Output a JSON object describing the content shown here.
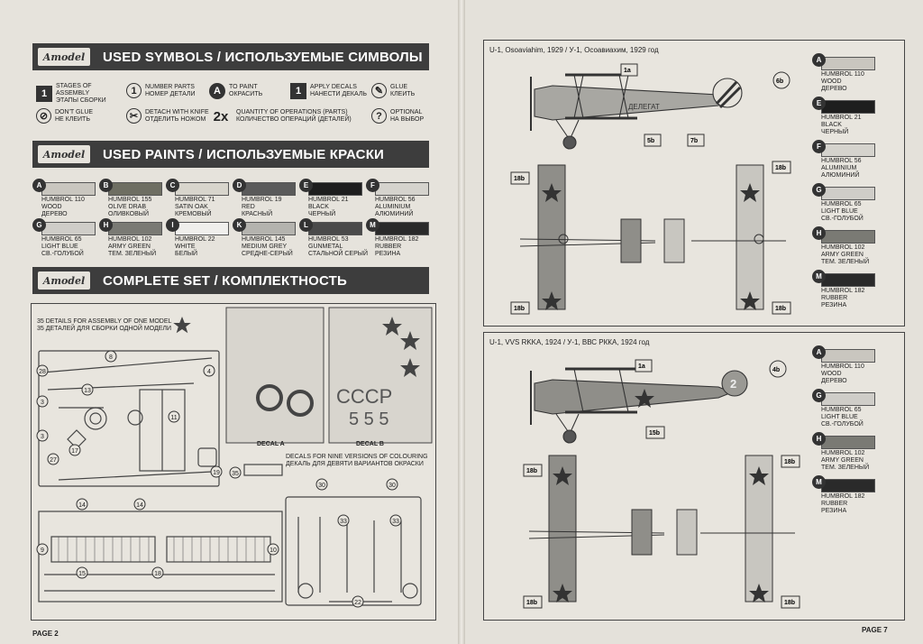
{
  "left_page": {
    "logo": "Amodel",
    "symbols_header": "USED SYMBOLS / ИСПОЛЬЗУЕМЫЕ СИМВОЛЫ",
    "symbols": [
      {
        "icon": "1",
        "icon_name": "stage-number-icon",
        "en": "STAGES OF ASSEMBLY",
        "ru": "ЭТАПЫ СБОРКИ"
      },
      {
        "icon": "1",
        "icon_name": "part-number-icon",
        "en": "NUMBER PARTS",
        "ru": "НОМЕР ДЕТАЛИ"
      },
      {
        "icon": "A",
        "icon_name": "paint-brush-icon",
        "en": "TO PAINT",
        "ru": "ОКРАСИТЬ"
      },
      {
        "icon": "1",
        "icon_name": "apply-decal-icon",
        "en": "APPLY DECALS",
        "ru": "НАНЕСТИ ДЕКАЛЬ"
      },
      {
        "icon": "✎",
        "icon_name": "glue-icon",
        "en": "GLUE",
        "ru": "КЛЕИТЬ"
      },
      {
        "icon": "⊘",
        "icon_name": "no-glue-icon",
        "en": "DON'T GLUE",
        "ru": "НЕ КЛЕИТЬ"
      },
      {
        "icon": "✂",
        "icon_name": "knife-icon",
        "en": "DETACH WITH KNIFE",
        "ru": "ОТДЕЛИТЬ НОЖОМ"
      },
      {
        "icon": "2x",
        "icon_name": "quantity-icon",
        "en": "QUANTITY OF OPERATIONS (PARTS)",
        "ru": "КОЛИЧЕСТВО ОПЕРАЦИЙ (ДЕТАЛЕЙ)"
      },
      {
        "icon": "?",
        "icon_name": "optional-icon",
        "en": "OPTIONAL",
        "ru": "НА ВЫБОР"
      }
    ],
    "paints_header": "USED PAINTS / ИСПОЛЬЗУЕМЫЕ КРАСКИ",
    "paints": [
      {
        "letter": "A",
        "code": "HUMBROL 110",
        "en": "WOOD",
        "ru": "ДЕРЕВО",
        "color": "#c9c6bf"
      },
      {
        "letter": "B",
        "code": "HUMBROL 155",
        "en": "OLIVE DRAB",
        "ru": "ОЛИВКОВЫЙ",
        "color": "#6e6e62"
      },
      {
        "letter": "C",
        "code": "HUMBROL 71",
        "en": "SATIN OAK",
        "ru": "КРЕМОВЫЙ",
        "color": "#d8d5cc"
      },
      {
        "letter": "D",
        "code": "HUMBROL 19",
        "en": "RED",
        "ru": "КРАСНЫЙ",
        "color": "#5a5a5a"
      },
      {
        "letter": "E",
        "code": "HUMBROL 21",
        "en": "BLACK",
        "ru": "ЧЕРНЫЙ",
        "color": "#1e1e1e"
      },
      {
        "letter": "F",
        "code": "HUMBROL 56",
        "en": "ALUMINIUM",
        "ru": "АЛЮМИНИЙ",
        "color": "#d5d3cd"
      },
      {
        "letter": "G",
        "code": "HUMBROL 65",
        "en": "LIGHT BLUE",
        "ru": "СВ.-ГОЛУБОЙ",
        "color": "#cfcdc8"
      },
      {
        "letter": "H",
        "code": "HUMBROL 102",
        "en": "ARMY GREEN",
        "ru": "ТЕМ. ЗЕЛЕНЫЙ",
        "color": "#7a7a74"
      },
      {
        "letter": "I",
        "code": "HUMBROL 22",
        "en": "WHITE",
        "ru": "БЕЛЫЙ",
        "color": "#f0efec"
      },
      {
        "letter": "K",
        "code": "HUMBROL 145",
        "en": "MEDIUM GREY",
        "ru": "СРЕДНЕ-СЕРЫЙ",
        "color": "#b4b3ae"
      },
      {
        "letter": "L",
        "code": "HUMBROL 53",
        "en": "GUNMETAL",
        "ru": "СТАЛЬНОЙ СЕРЫЙ",
        "color": "#4a4a4a"
      },
      {
        "letter": "M",
        "code": "HUMBROL 182",
        "en": "RUBBER",
        "ru": "РЕЗИНА",
        "color": "#2a2a2a"
      }
    ],
    "set_header": "COMPLETE SET / КОМПЛЕКТНОСТЬ",
    "details_en": "35 DETAILS FOR ASSEMBLY OF ONE MODEL",
    "details_ru": "35 ДЕТАЛЕЙ ДЛЯ СБОРКИ ОДНОЙ МОДЕЛИ",
    "decal_a": "DECAL A",
    "decal_b": "DECAL B",
    "decals_en": "DECALS FOR NINE VERSIONS OF COLOURING",
    "decals_ru": "ДЕКАЛЬ ДЛЯ ДЕВЯТИ ВАРИАНТОВ ОКРАСКИ",
    "page": "PAGE 2"
  },
  "right_page": {
    "scheme1": {
      "caption": "U-1, Osoaviahim, 1929 / У-1, Осоавиахим, 1929 год",
      "fuselage_text": "ДЕЛЕГАТ",
      "callouts": [
        "1a",
        "6b",
        "5b",
        "7b",
        "18b",
        "18b",
        "18b",
        "18b"
      ],
      "paints": [
        {
          "letter": "A",
          "code": "HUMBROL 110",
          "en": "WOOD",
          "ru": "ДЕРЕВО",
          "color": "#c9c6bf"
        },
        {
          "letter": "E",
          "code": "HUMBROL 21",
          "en": "BLACK",
          "ru": "ЧЕРНЫЙ",
          "color": "#1e1e1e"
        },
        {
          "letter": "F",
          "code": "HUMBROL 56",
          "en": "ALUMINIUM",
          "ru": "АЛЮМИНИЙ",
          "color": "#d5d3cd"
        },
        {
          "letter": "G",
          "code": "HUMBROL 65",
          "en": "LIGHT BLUE",
          "ru": "СВ.-ГОЛУБОЙ",
          "color": "#cfcdc8"
        },
        {
          "letter": "H",
          "code": "HUMBROL 102",
          "en": "ARMY GREEN",
          "ru": "ТЕМ. ЗЕЛЕНЫЙ",
          "color": "#7a7a74"
        },
        {
          "letter": "M",
          "code": "HUMBROL 182",
          "en": "RUBBER",
          "ru": "РЕЗИНА",
          "color": "#2a2a2a"
        }
      ]
    },
    "scheme2": {
      "caption": "U-1, VVS RKKA, 1924 / У-1, ВВС РККА, 1924 год",
      "tail_number": "2",
      "callouts": [
        "1a",
        "4b",
        "15b",
        "18b",
        "18b",
        "18b",
        "18b"
      ],
      "paints": [
        {
          "letter": "A",
          "code": "HUMBROL 110",
          "en": "WOOD",
          "ru": "ДЕРЕВО",
          "color": "#c9c6bf"
        },
        {
          "letter": "G",
          "code": "HUMBROL 65",
          "en": "LIGHT BLUE",
          "ru": "СВ.-ГОЛУБОЙ",
          "color": "#cfcdc8"
        },
        {
          "letter": "H",
          "code": "HUMBROL 102",
          "en": "ARMY GREEN",
          "ru": "ТЕМ. ЗЕЛЕНЫЙ",
          "color": "#7a7a74"
        },
        {
          "letter": "M",
          "code": "HUMBROL 182",
          "en": "RUBBER",
          "ru": "РЕЗИНА",
          "color": "#2a2a2a"
        }
      ]
    },
    "page": "PAGE 7"
  }
}
